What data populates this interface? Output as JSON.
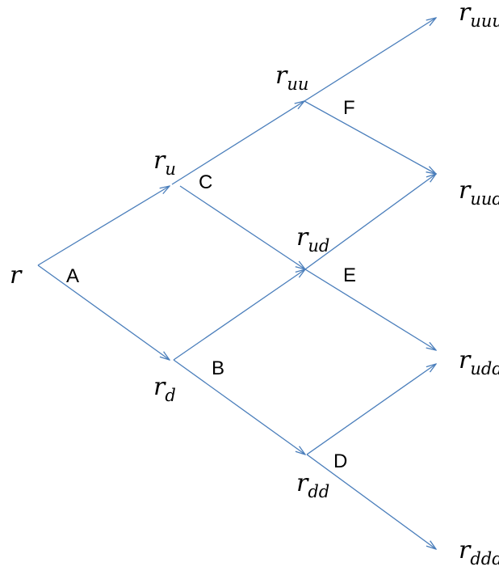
{
  "diagram": {
    "edge_color": "#4a7ebb",
    "rate_labels": [
      {
        "id": "r",
        "base": "r",
        "sub": ""
      },
      {
        "id": "ru",
        "base": "r",
        "sub": "u"
      },
      {
        "id": "rd",
        "base": "r",
        "sub": "d"
      },
      {
        "id": "ruu",
        "base": "r",
        "sub": "uu"
      },
      {
        "id": "rud",
        "base": "r",
        "sub": "ud"
      },
      {
        "id": "rdd",
        "base": "r",
        "sub": "dd"
      },
      {
        "id": "ruuu",
        "base": "r",
        "sub": "uuu"
      },
      {
        "id": "ruud",
        "base": "r",
        "sub": "uud"
      },
      {
        "id": "rudd",
        "base": "r",
        "sub": "udd"
      },
      {
        "id": "rddd",
        "base": "r",
        "sub": "ddd"
      }
    ],
    "node_letters": [
      "A",
      "B",
      "C",
      "D",
      "E",
      "F"
    ]
  }
}
